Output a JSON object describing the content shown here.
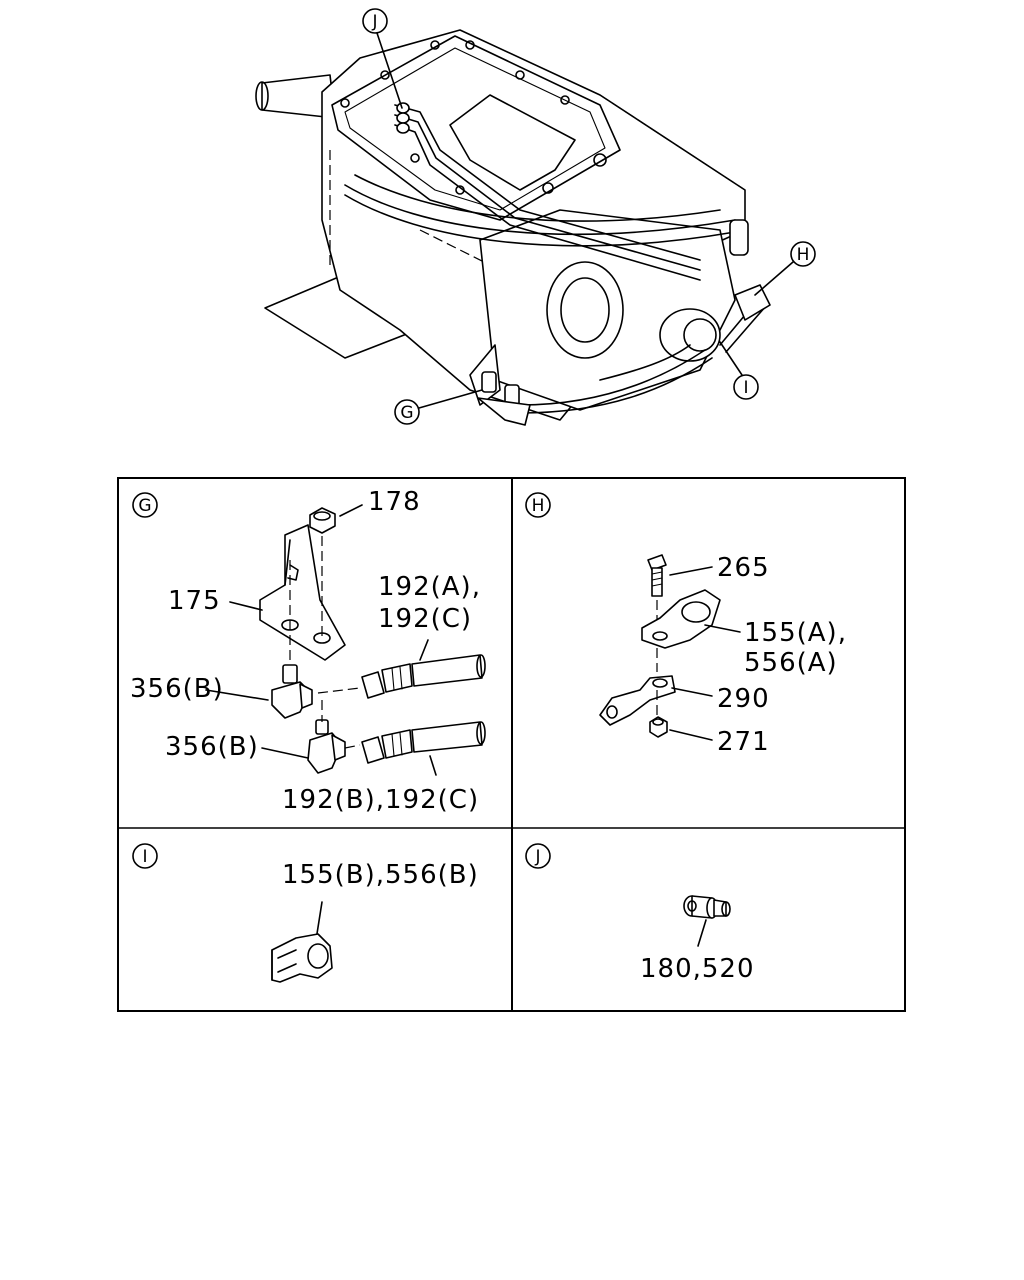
{
  "overview": {
    "callouts": {
      "j": "J",
      "h": "H",
      "i": "I",
      "g": "G"
    }
  },
  "panels": {
    "g": {
      "tag": "G",
      "labels": {
        "p178": "178",
        "p175": "175",
        "p192ac_a": "192(A),",
        "p192ac_b": "192(C)",
        "p356b_1": "356(B)",
        "p356b_2": "356(B)",
        "p192bc": "192(B),192(C)"
      }
    },
    "h": {
      "tag": "H",
      "labels": {
        "p265": "265",
        "p155a": "155(A),",
        "p556a": "556(A)",
        "p290": "290",
        "p271": "271"
      }
    },
    "i": {
      "tag": "I",
      "labels": {
        "p155b": "155(B),556(B)"
      }
    },
    "j": {
      "tag": "J",
      "labels": {
        "p180": "180,520"
      }
    }
  }
}
